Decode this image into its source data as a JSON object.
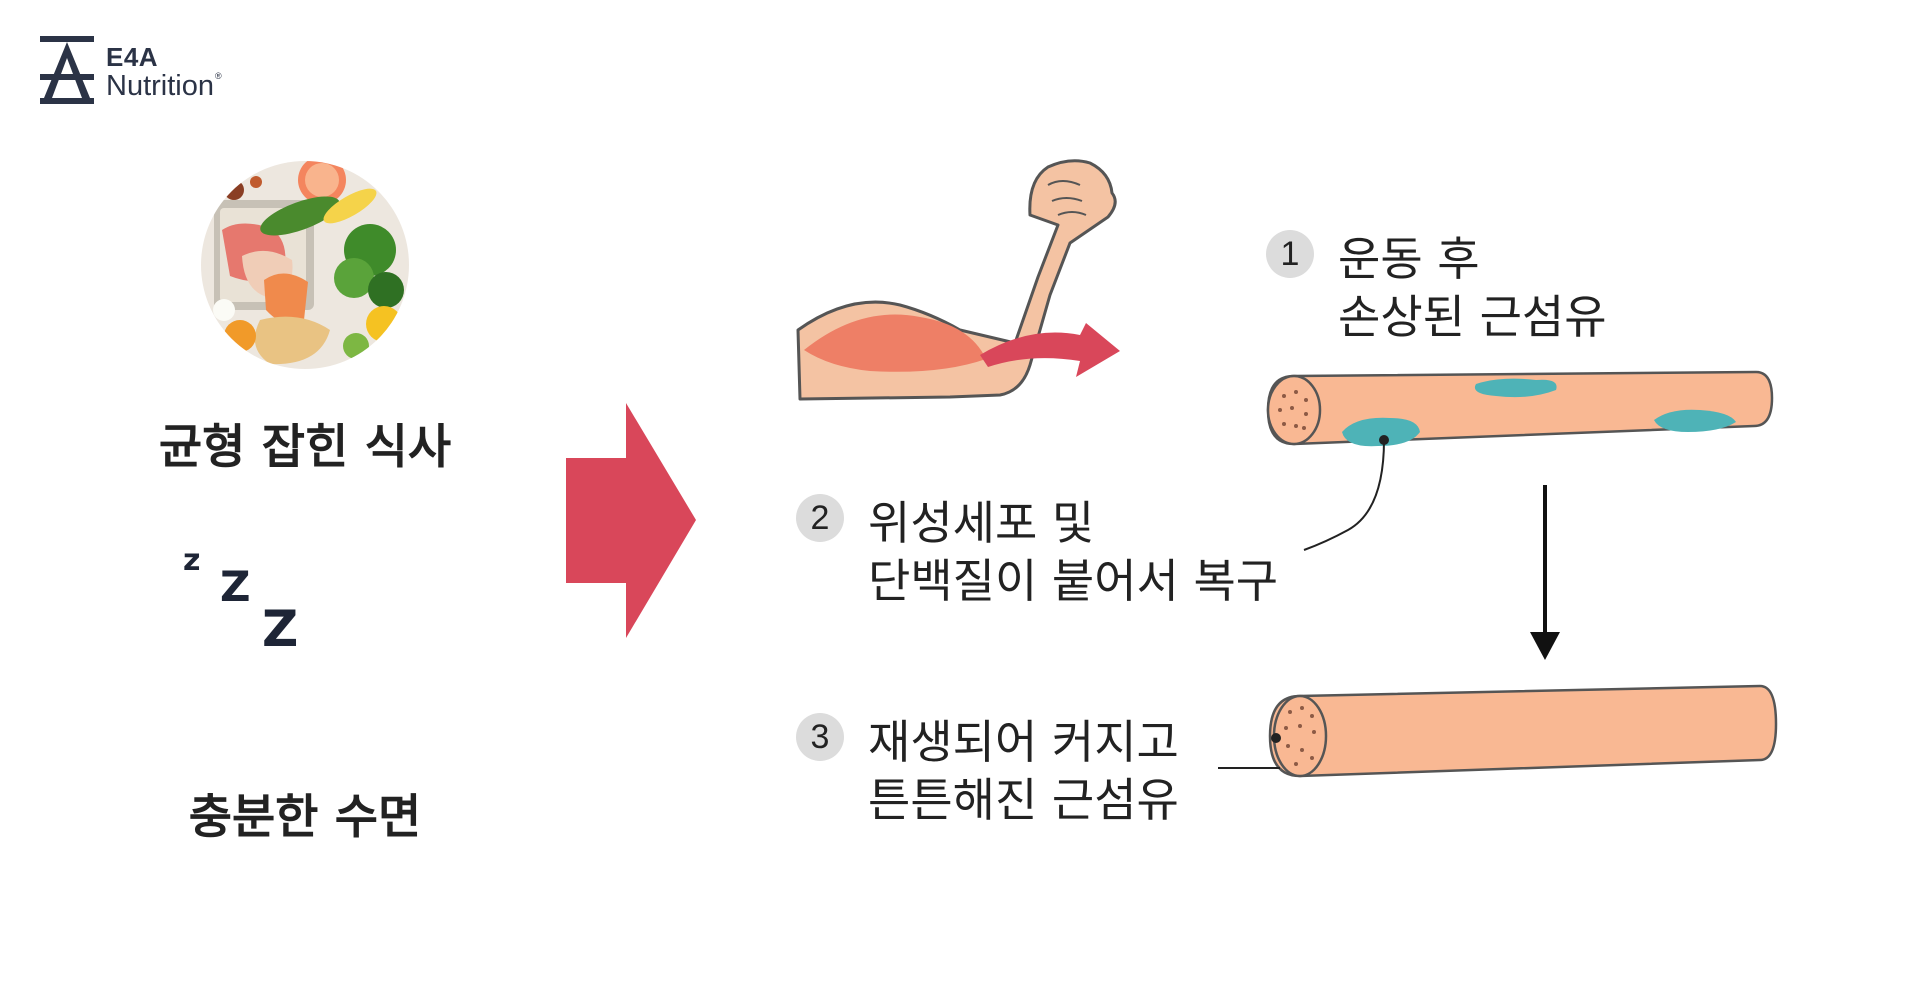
{
  "logo": {
    "line1": "E4A",
    "line2": "Nutrition",
    "registered": "®"
  },
  "left": {
    "meal_label": "균형 잡힌 식사",
    "sleep_label": "충분한 수면",
    "zzz": [
      "z",
      "Z",
      "Z"
    ]
  },
  "steps": [
    {
      "number": "1",
      "line1": "운동 후",
      "line2": "손상된 근섬유"
    },
    {
      "number": "2",
      "line1": "위성세포 및",
      "line2": "단백질이 붙어서 복구"
    },
    {
      "number": "3",
      "line1": "재생되어 커지고",
      "line2": "튼튼해진 근섬유"
    }
  ],
  "colors": {
    "arrow_red": "#d9475a",
    "fiber": "#f9b893",
    "fiber_outline": "#555555",
    "patch": "#4eb3b7",
    "skin": "#f4c3a3",
    "muscle": "#ee7f66",
    "moon": "#f5c842",
    "logo": "#2b3346",
    "number_circle": "#dcdcdc"
  },
  "icons": [
    "logo-icon",
    "food-photo",
    "zzz-icon",
    "moon-icon",
    "right-arrow-icon",
    "flexed-arm-icon",
    "curved-arrow-icon",
    "muscle-fiber-damaged",
    "muscle-fiber-repaired",
    "down-arrow-icon"
  ]
}
